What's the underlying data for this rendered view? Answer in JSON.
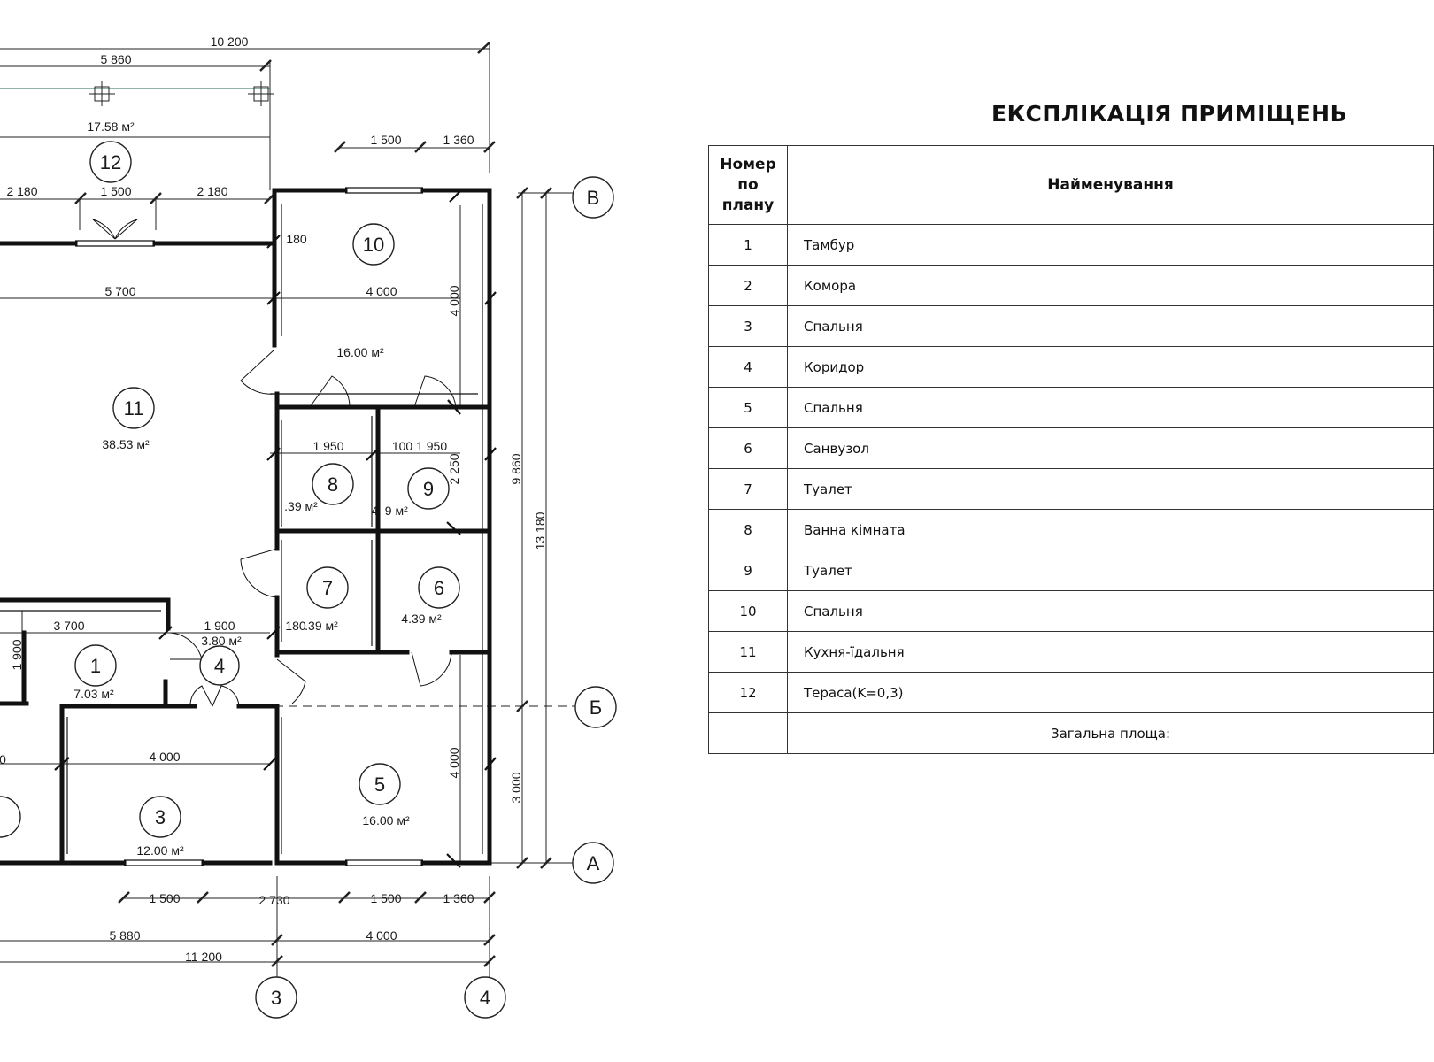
{
  "plan": {
    "top_dims": {
      "d1": "10 200",
      "d2": "5 860",
      "d3a": "1 500",
      "d3b": "1 360"
    },
    "dims": {
      "d_2180a": "2 180",
      "d_1500a": "1 500",
      "d_2180b": "2 180",
      "d_5700": "5 700",
      "d_180a": "180",
      "d_4000a": "4 000",
      "d_4000v_a": "4 000",
      "d_1950a": "1 950",
      "d_100_1950": "100 1 950",
      "d_2250": "2 250",
      "d_3700": "3 700",
      "d_1900h": "1 900",
      "d_1900v": "1 900",
      "d_180b": "180",
      "d_4000b": "4 000",
      "d_4000v_b": "4 000",
      "d_9860": "9 860",
      "d_13180": "13 180",
      "d_3000": "3 000",
      "b_1500a": "1 500",
      "b_2730": "2 730",
      "b_1500b": "1 500",
      "b_1360": "1 360",
      "b_5880": "5 880",
      "b_4000": "4 000",
      "b_11200": "11 200"
    },
    "areas": {
      "a12": "17.58 м²",
      "a10": "16.00 м²",
      "a11": "38.53 м²",
      "a8": ".39 м²",
      "a9": "4.  9 м²",
      "a7": ".39 м²",
      "a6": "4.39 м²",
      "a4": "3.80 м²",
      "a1": "7.03 м²",
      "a5": "16.00 м²",
      "a3": "12.00 м²",
      "a0": "0"
    },
    "room_numbers": {
      "r12": "12",
      "r10": "10",
      "r11": "11",
      "r8": "8",
      "r9": "9",
      "r7": "7",
      "r6": "6",
      "r1": "1",
      "r4": "4",
      "r5": "5",
      "r3": "3"
    },
    "axes": {
      "B_cyr": "В",
      "Bb_cyr": "Б",
      "A_cyr": "А",
      "n3": "3",
      "n4": "4"
    }
  },
  "explication": {
    "title": "ЕКСПЛІКАЦІЯ ПРИМІЩЕНЬ",
    "col_number": "Номер по плану",
    "col_number_lines": [
      "Номер",
      "по",
      "плану"
    ],
    "col_name": "Найменування",
    "rows": [
      {
        "n": "1",
        "name": "Тамбур"
      },
      {
        "n": "2",
        "name": "Комора"
      },
      {
        "n": "3",
        "name": "Спальня"
      },
      {
        "n": "4",
        "name": "Коридор"
      },
      {
        "n": "5",
        "name": "Спальня"
      },
      {
        "n": "6",
        "name": "Санвузол"
      },
      {
        "n": "7",
        "name": "Туалет"
      },
      {
        "n": "8",
        "name": "Ванна кімната"
      },
      {
        "n": "9",
        "name": "Туалет"
      },
      {
        "n": "10",
        "name": "Спальня"
      },
      {
        "n": "11",
        "name": "Кухня-їдальня"
      },
      {
        "n": "12",
        "name": "Тераса(K=0,3)"
      }
    ],
    "total_label": "Загальна площа:"
  }
}
